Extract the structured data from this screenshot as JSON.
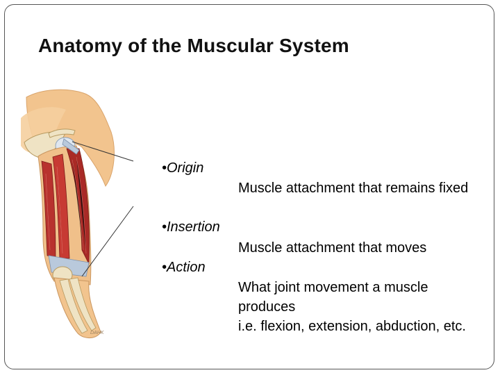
{
  "slide": {
    "title": "Anatomy of the Muscular System",
    "terms": [
      {
        "label": "•Origin",
        "definition": "Muscle attachment that remains fixed"
      },
      {
        "label": "•Insertion",
        "definition": "Muscle attachment that moves"
      },
      {
        "label": "•Action",
        "definition_lines": [
          "What joint movement a muscle produces",
          "i.e. flexion, extension, abduction, etc."
        ]
      }
    ],
    "illustration": {
      "name": "arm-muscle-illustration",
      "watermark": "DAHK"
    }
  },
  "colors": {
    "skin": "#f2c48e",
    "muscle": "#b8322e",
    "tendon": "#b9c9dc",
    "bone": "#efe3c4",
    "pointer_line": "#333333"
  }
}
